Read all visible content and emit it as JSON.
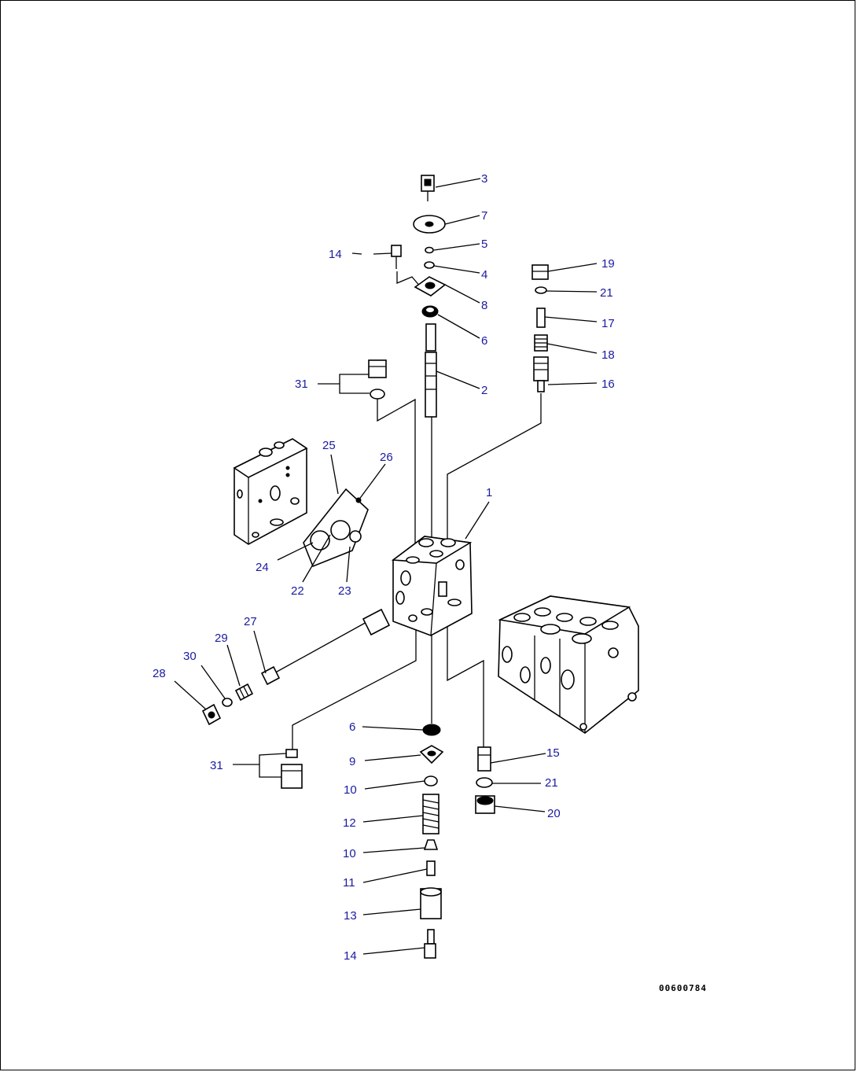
{
  "drawing_code": "00600784",
  "callouts": [
    {
      "id": "c3",
      "text": "3"
    },
    {
      "id": "c7",
      "text": "7"
    },
    {
      "id": "c5",
      "text": "5"
    },
    {
      "id": "c14a",
      "text": "14"
    },
    {
      "id": "c4",
      "text": "4"
    },
    {
      "id": "c8",
      "text": "8"
    },
    {
      "id": "c19",
      "text": "19"
    },
    {
      "id": "c21a",
      "text": "21"
    },
    {
      "id": "c17",
      "text": "17"
    },
    {
      "id": "c6a",
      "text": "6"
    },
    {
      "id": "c18",
      "text": "18"
    },
    {
      "id": "c31a",
      "text": "31"
    },
    {
      "id": "c2",
      "text": "2"
    },
    {
      "id": "c16",
      "text": "16"
    },
    {
      "id": "c25",
      "text": "25"
    },
    {
      "id": "c26",
      "text": "26"
    },
    {
      "id": "c1",
      "text": "1"
    },
    {
      "id": "c24",
      "text": "24"
    },
    {
      "id": "c22",
      "text": "22"
    },
    {
      "id": "c23",
      "text": "23"
    },
    {
      "id": "c27",
      "text": "27"
    },
    {
      "id": "c29",
      "text": "29"
    },
    {
      "id": "c30",
      "text": "30"
    },
    {
      "id": "c28",
      "text": "28"
    },
    {
      "id": "c6b",
      "text": "6"
    },
    {
      "id": "c9",
      "text": "9"
    },
    {
      "id": "c15",
      "text": "15"
    },
    {
      "id": "c31b",
      "text": "31"
    },
    {
      "id": "c21b",
      "text": "21"
    },
    {
      "id": "c10a",
      "text": "10"
    },
    {
      "id": "c20",
      "text": "20"
    },
    {
      "id": "c12",
      "text": "12"
    },
    {
      "id": "c10b",
      "text": "10"
    },
    {
      "id": "c11",
      "text": "11"
    },
    {
      "id": "c13",
      "text": "13"
    },
    {
      "id": "c14b",
      "text": "14"
    }
  ]
}
